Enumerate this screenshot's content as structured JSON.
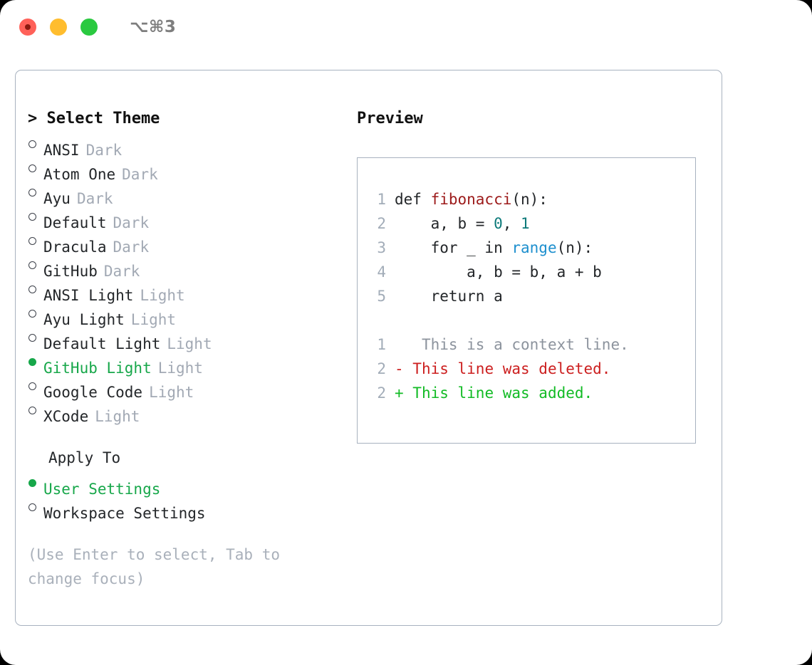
{
  "titlebar": {
    "shortcut": "⌥⌘3",
    "buttons": [
      {
        "name": "close",
        "color": "#ff6159"
      },
      {
        "name": "minimize",
        "color": "#ffbd2e"
      },
      {
        "name": "zoom",
        "color": "#2ac940"
      }
    ]
  },
  "theme_picker": {
    "header": "> Select Theme",
    "items": [
      {
        "marker": "○",
        "name": "ANSI",
        "category": "Dark",
        "selected": false
      },
      {
        "marker": "○",
        "name": "Atom One",
        "category": "Dark",
        "selected": false
      },
      {
        "marker": "○",
        "name": "Ayu",
        "category": "Dark",
        "selected": false
      },
      {
        "marker": "○",
        "name": "Default",
        "category": "Dark",
        "selected": false
      },
      {
        "marker": "○",
        "name": "Dracula",
        "category": "Dark",
        "selected": false
      },
      {
        "marker": "○",
        "name": "GitHub",
        "category": "Dark",
        "selected": false
      },
      {
        "marker": "○",
        "name": "ANSI Light",
        "category": "Light",
        "selected": false
      },
      {
        "marker": "○",
        "name": "Ayu Light",
        "category": "Light",
        "selected": false
      },
      {
        "marker": "○",
        "name": "Default Light",
        "category": "Light",
        "selected": false
      },
      {
        "marker": "●",
        "name": "GitHub Light",
        "category": "Light",
        "selected": true
      },
      {
        "marker": "○",
        "name": "Google Code",
        "category": "Light",
        "selected": false
      },
      {
        "marker": "○",
        "name": "XCode",
        "category": "Light",
        "selected": false
      }
    ]
  },
  "apply_to": {
    "header": "Apply To",
    "options": [
      {
        "marker": "●",
        "name": "User Settings",
        "selected": true
      },
      {
        "marker": "○",
        "name": "Workspace Settings",
        "selected": false
      }
    ]
  },
  "hint": "(Use Enter to select, Tab to change focus)",
  "preview": {
    "header": "Preview",
    "code_lines": [
      {
        "number": "1",
        "tokens": [
          {
            "text": "def ",
            "type": "plain"
          },
          {
            "text": "fibonacci",
            "type": "function"
          },
          {
            "text": "(n):",
            "type": "plain"
          }
        ]
      },
      {
        "number": "2",
        "tokens": [
          {
            "text": "    a, b = ",
            "type": "plain"
          },
          {
            "text": "0",
            "type": "number"
          },
          {
            "text": ", ",
            "type": "plain"
          },
          {
            "text": "1",
            "type": "number"
          }
        ]
      },
      {
        "number": "3",
        "tokens": [
          {
            "text": "    for _ in ",
            "type": "plain"
          },
          {
            "text": "range",
            "type": "builtin"
          },
          {
            "text": "(n):",
            "type": "plain"
          }
        ]
      },
      {
        "number": "4",
        "tokens": [
          {
            "text": "        a, b = b, a + b",
            "type": "plain"
          }
        ]
      },
      {
        "number": "5",
        "tokens": [
          {
            "text": "    return a",
            "type": "plain"
          }
        ]
      }
    ],
    "diff_lines": [
      {
        "number": "1",
        "marker": " ",
        "text": "  This is a context line.",
        "type": "context"
      },
      {
        "number": "2",
        "marker": "-",
        "text": " This line was deleted.",
        "type": "deleted"
      },
      {
        "number": "2",
        "marker": "+",
        "text": " This line was added.",
        "type": "added"
      }
    ]
  },
  "colors": {
    "selected_green": "#17a74a",
    "muted_gray": "#a2a9b4",
    "function_red": "#9c1a1a",
    "number_teal": "#0d7a7a",
    "builtin_blue": "#1d8fce",
    "diff_delete_red": "#cc1f1f",
    "diff_add_green": "#12bb25",
    "panel_border": "#a8b2bf"
  }
}
